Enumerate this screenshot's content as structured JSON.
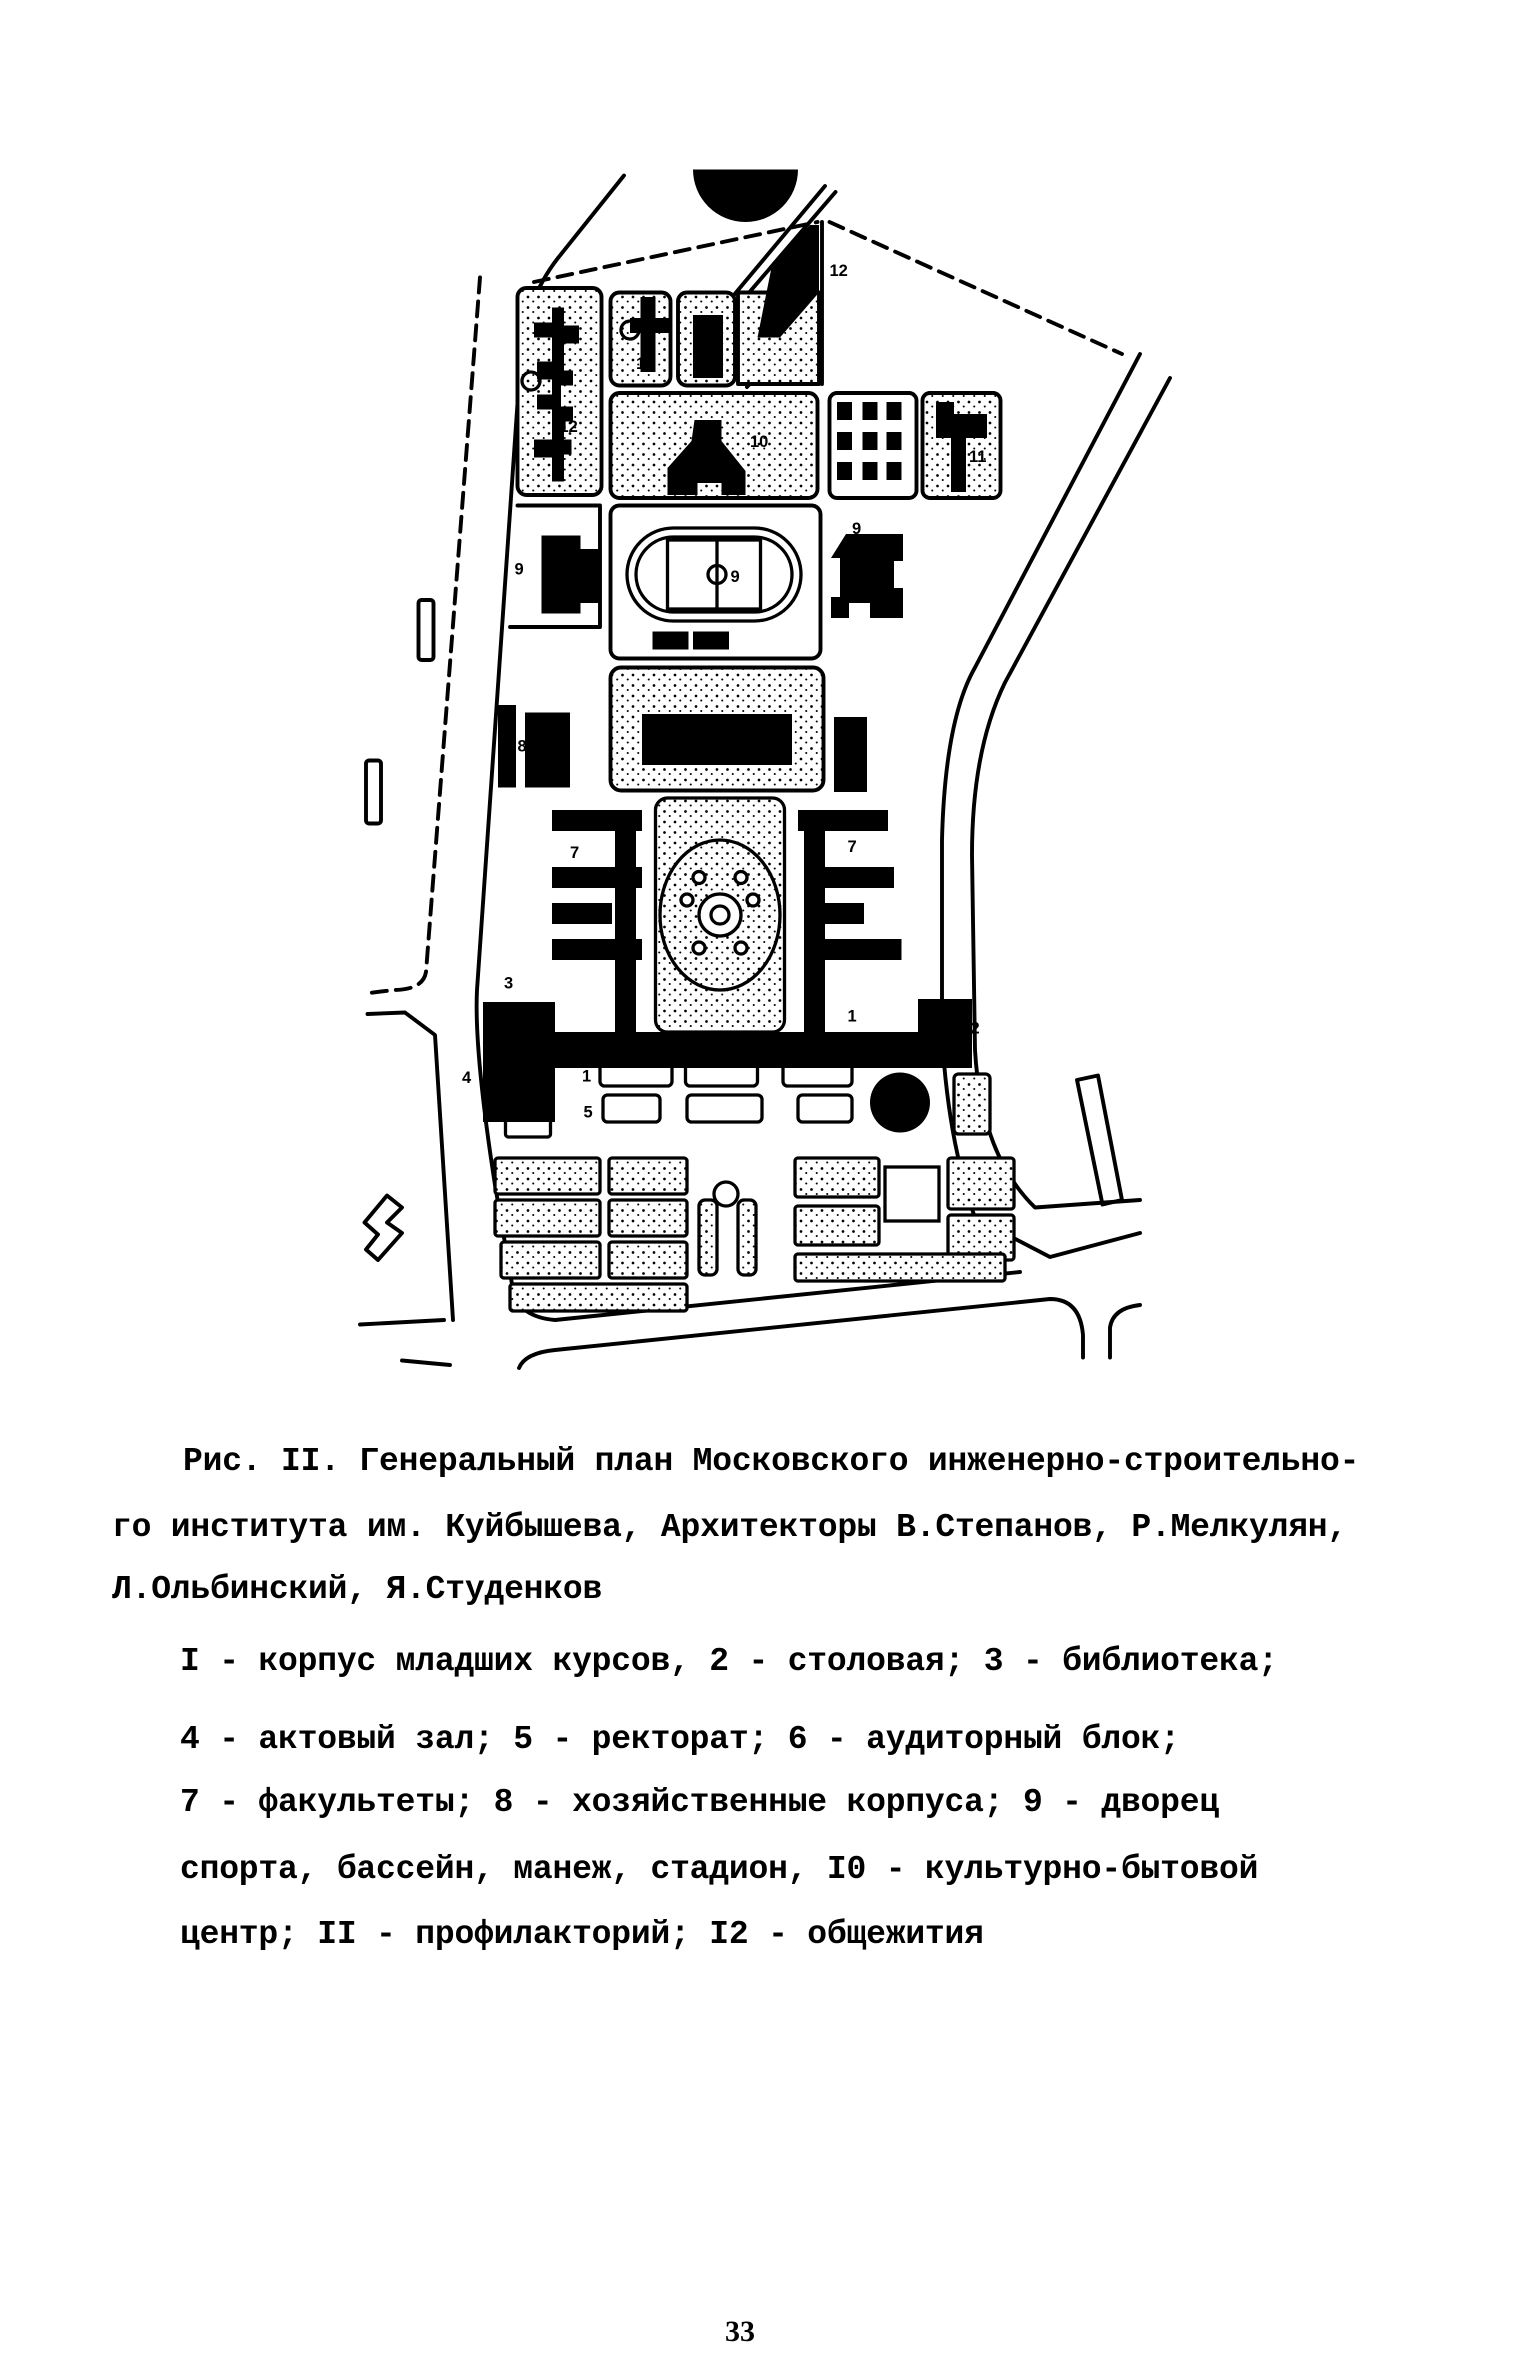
{
  "figure": {
    "caption_lines": [
      "Рис. II. Генеральный план Московского инженерно-строительно-",
      "го института им. Куйбышева, Архитекторы В.Степанов, Р.Мелкулян,",
      "Л.Ольбинский, Я.Студенков"
    ],
    "legend_lines": [
      "I - корпус младших курсов, 2 - столовая; 3 - библиотека;",
      "4 - актовый зал; 5 - ректорат; 6 - аудиторный блок;",
      "7 - факультеты; 8 - хозяйственные корпуса; 9 - дворец",
      "спорта, бассейн, манеж, стадион, I0 - культурно-бытовой",
      "центр; II - профилакторий; I2 - общежития"
    ]
  },
  "map": {
    "labels": [
      "12",
      "12",
      "12",
      "10",
      "11",
      "9",
      "9",
      "9",
      "8",
      "7",
      "7",
      "7",
      "1",
      "1",
      "2",
      "3",
      "4",
      "5"
    ]
  },
  "page_number": "33"
}
